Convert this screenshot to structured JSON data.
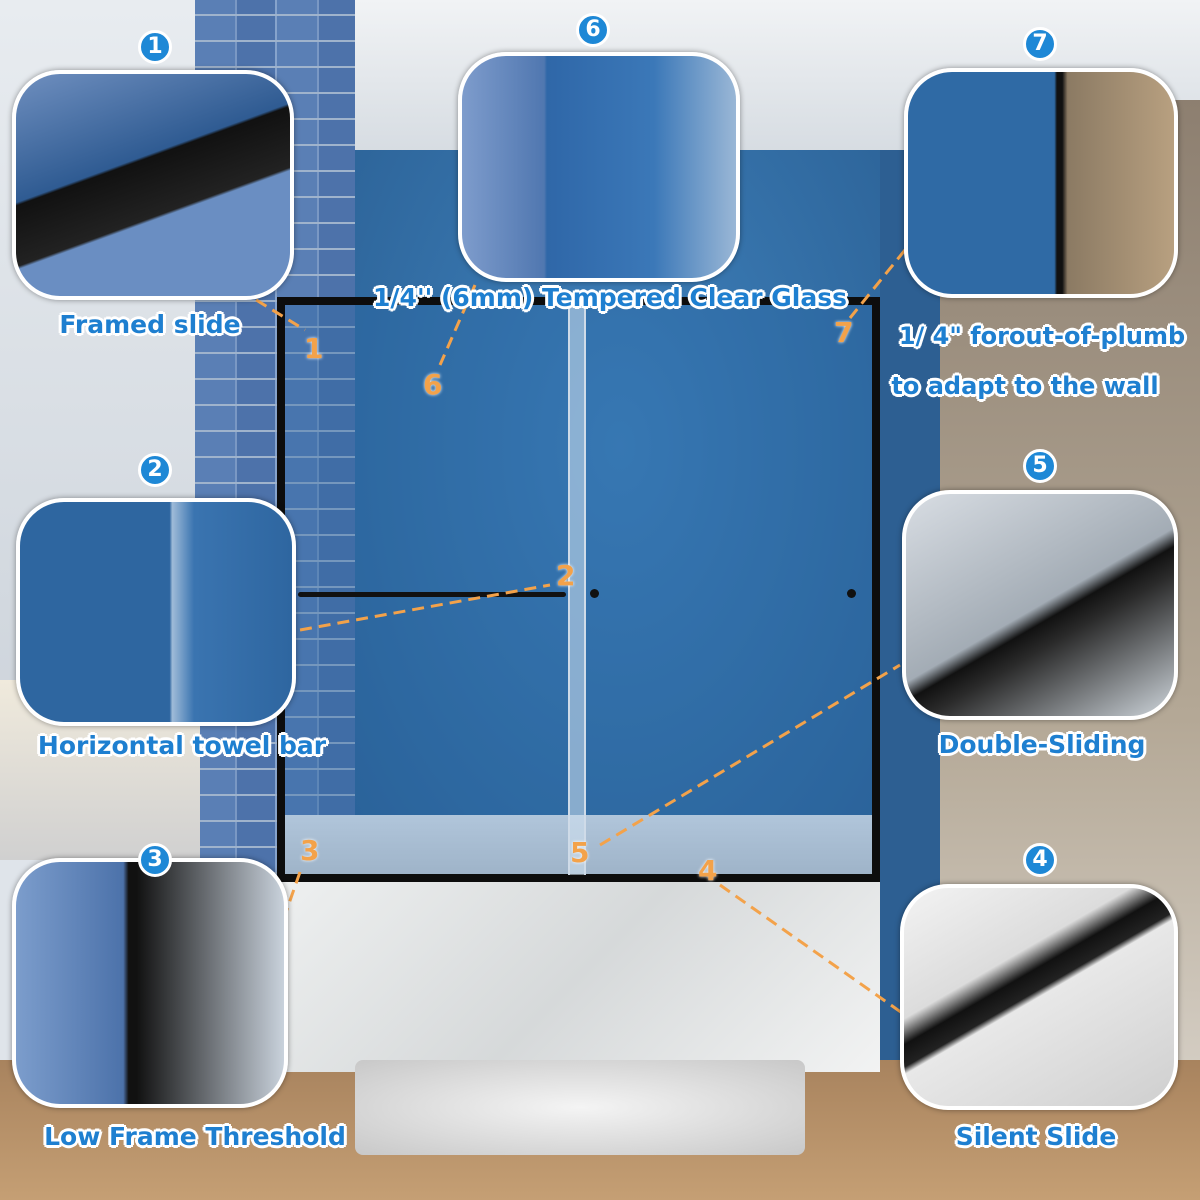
{
  "headline": "1/4'' (6mm) Tempered Clear Glass",
  "plumb_note": {
    "line1": "1/ 4\" forout-of-plumb",
    "line2": "to adapt to the wall"
  },
  "callouts": [
    {
      "number": "1",
      "label": "Framed slide"
    },
    {
      "number": "2",
      "label": "Horizontal towel bar"
    },
    {
      "number": "3",
      "label": "Low Frame Threshold"
    },
    {
      "number": "4",
      "label": "Silent Slide"
    },
    {
      "number": "5",
      "label": "Double-Sliding"
    },
    {
      "number": "6",
      "label": ""
    },
    {
      "number": "7",
      "label": ""
    }
  ],
  "colors": {
    "accent_blue": "#1e7fd0",
    "marker_orange": "#f3a24a",
    "frame_black": "#0d0d0d"
  }
}
